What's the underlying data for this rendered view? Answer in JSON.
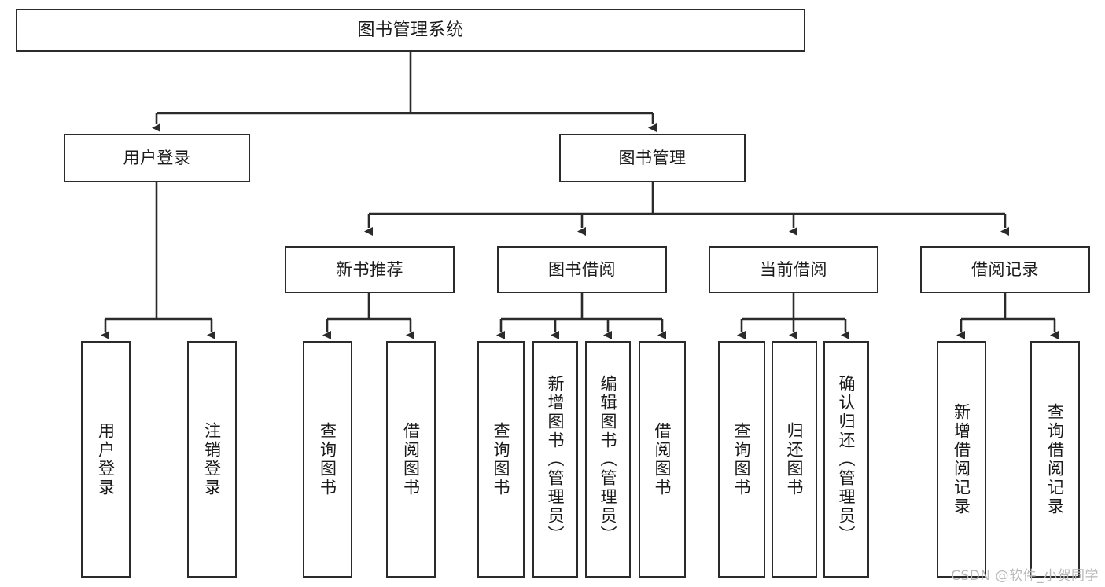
{
  "diagram": {
    "title": "图书管理系统",
    "type": "tree-hierarchy-chart",
    "orientation": "top-down",
    "colors": {
      "box_border": "#2b2b2b",
      "box_fill": "#ffffff",
      "edge": "#2b2b2b",
      "text": "#1a1a1a",
      "watermark": "#b8b8b8",
      "background": "#ffffff"
    }
  },
  "watermark": {
    "text": "CSDN @软件_小贺同学"
  },
  "nodes": {
    "root": {
      "label": "图书管理系统"
    },
    "level2": [
      {
        "id": "user-login",
        "label": "用户登录"
      },
      {
        "id": "book-manage",
        "label": "图书管理"
      }
    ],
    "level3": [
      {
        "id": "new-book-recommend",
        "label": "新书推荐"
      },
      {
        "id": "book-borrow",
        "label": "图书借阅"
      },
      {
        "id": "current-borrow",
        "label": "当前借阅"
      },
      {
        "id": "borrow-record",
        "label": "借阅记录"
      }
    ],
    "leaves": {
      "user_login": [
        {
          "id": "leaf-user-login",
          "label": "用户登录"
        },
        {
          "id": "leaf-logout-login",
          "label": "注销登录"
        }
      ],
      "new_book_recommend": [
        {
          "id": "leaf-query-book-1",
          "label": "查询图书"
        },
        {
          "id": "leaf-borrow-book-1",
          "label": "借阅图书"
        }
      ],
      "book_borrow": [
        {
          "id": "leaf-query-book-2",
          "label": "查询图书"
        },
        {
          "id": "leaf-add-book",
          "label": "新增图书（管理员）"
        },
        {
          "id": "leaf-edit-book",
          "label": "编辑图书（管理员）"
        },
        {
          "id": "leaf-borrow-book-2",
          "label": "借阅图书"
        }
      ],
      "current_borrow": [
        {
          "id": "leaf-query-book-3",
          "label": "查询图书"
        },
        {
          "id": "leaf-return-book",
          "label": "归还图书"
        },
        {
          "id": "leaf-confirm-return",
          "label": "确认归还（管理员）"
        }
      ],
      "borrow_record": [
        {
          "id": "leaf-add-record",
          "label": "新增借阅记录"
        },
        {
          "id": "leaf-query-record",
          "label": "查询借阅记录"
        }
      ]
    }
  }
}
